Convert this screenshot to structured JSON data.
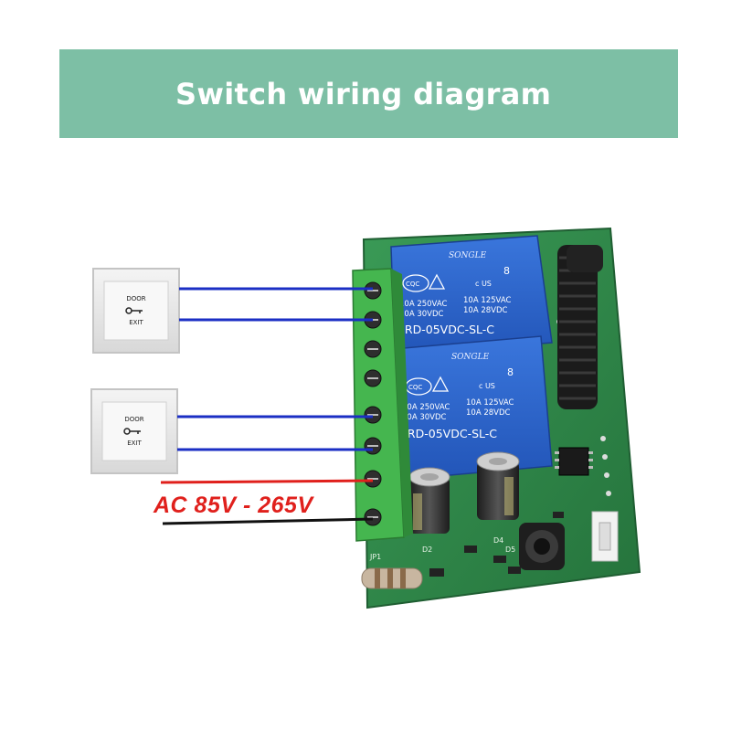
{
  "header": {
    "title": "Switch wiring diagram"
  },
  "switches": [
    {
      "top_label": "DOOR",
      "bottom_label": "EXIT",
      "icon": "key-icon"
    },
    {
      "top_label": "DOOR",
      "bottom_label": "EXIT",
      "icon": "key-icon"
    }
  ],
  "relays": [
    {
      "brand": "SONGLE",
      "cert": "CQC",
      "ul_mark": "c US",
      "rating_ac_1": "10A 250VAC",
      "rating_dc_1": "10A 30VDC",
      "rating_ac_2": "10A 125VAC",
      "rating_dc_2": "10A 28VDC",
      "model": "SRD-05VDC-SL-C",
      "version": "8"
    },
    {
      "brand": "SONGLE",
      "cert": "CQC",
      "ul_mark": "c US",
      "rating_ac_1": "10A 250VAC",
      "rating_dc_1": "10A 30VDC",
      "rating_ac_2": "10A 125VAC",
      "rating_dc_2": "10A 28VDC",
      "model": "SRD-05VDC-SL-C",
      "version": "8"
    }
  ],
  "board": {
    "label_jp1": "JP1",
    "label_d2": "D2",
    "label_d4": "D4",
    "label_d5": "D5"
  },
  "power": {
    "label": "AC 85V - 265V"
  },
  "colors": {
    "banner": "#7dbfa5",
    "wire_switch": "#1b2fc4",
    "wire_live": "#e0201c",
    "wire_neutral": "#111111",
    "pcb": "#2e8a4a",
    "relay": "#2a63c9",
    "terminal": "#3fb04a"
  }
}
